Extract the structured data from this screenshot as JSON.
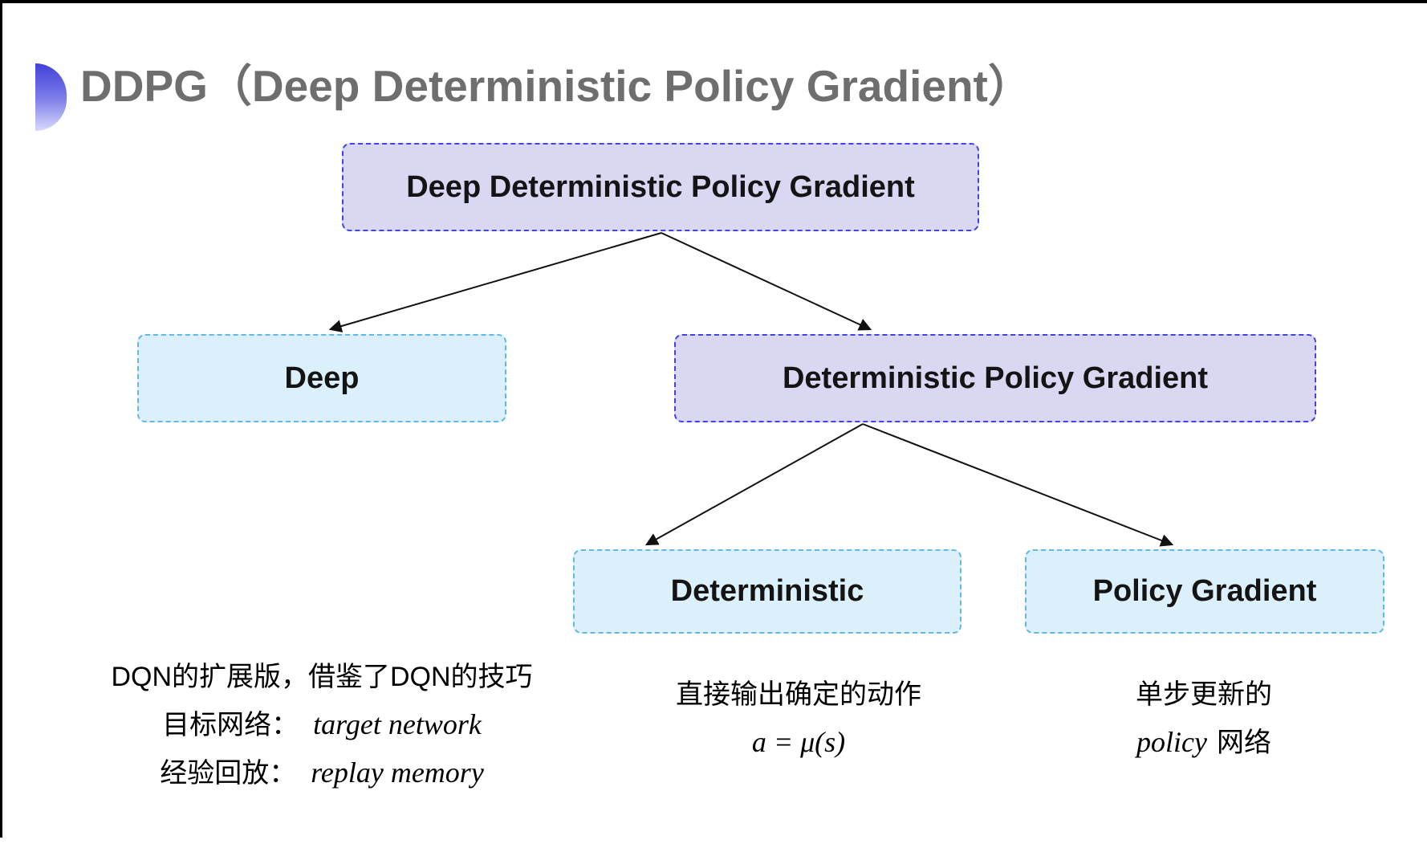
{
  "header": {
    "title": "DDPG（Deep Deterministic Policy Gradient）"
  },
  "diagram": {
    "nodes": [
      {
        "label": "Deep Deterministic Policy Gradient",
        "variant": "purple"
      },
      {
        "label": "Deep",
        "variant": "cyan"
      },
      {
        "label": "Deterministic Policy Gradient",
        "variant": "purple"
      },
      {
        "label": "Deterministic",
        "variant": "cyan"
      },
      {
        "label": "Policy Gradient",
        "variant": "cyan"
      }
    ]
  },
  "annotations": {
    "deep": {
      "line1": "DQN的扩展版，借鉴了DQN的技巧",
      "line2_label": "目标网络：",
      "line2_term": "target network",
      "line3_label": "经验回放：",
      "line3_term": "replay memory"
    },
    "deterministic": {
      "line1": "直接输出确定的动作",
      "formula": "a = μ(s)"
    },
    "policy_gradient": {
      "line1": "单步更新的",
      "line2_term": "policy",
      "line2_label": "网络"
    }
  },
  "colors": {
    "purple_fill": "#dad7f3",
    "purple_border": "#4544da",
    "cyan_fill": "#dcf0fb",
    "cyan_border": "#63b9e6",
    "title_gray": "#6e6e6e",
    "arrow": "#111111"
  }
}
